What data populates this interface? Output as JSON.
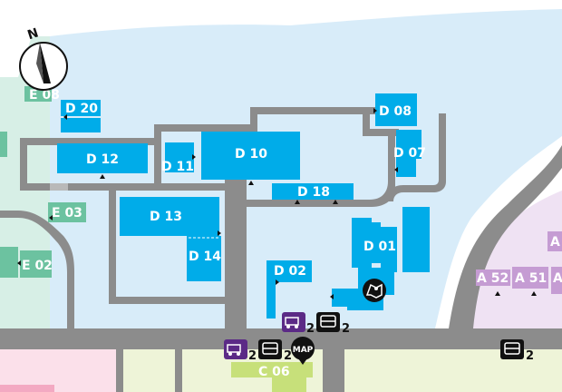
{
  "map": {
    "compass": {
      "label": "N"
    },
    "buildings": {
      "d20": "D 20",
      "d12": "D 12",
      "d11": "D 11",
      "d10": "D 10",
      "d08": "D 08",
      "d07": "D 07",
      "d18": "D 18",
      "d13": "D 13",
      "d14": "D 14",
      "d01": "D 01",
      "d02": "D 02",
      "e08": "E 08",
      "e03": "E 03",
      "e02": "E 02",
      "c06": "C 06",
      "a52": "A 52",
      "a51": "A 51",
      "a_top": "A",
      "a_right": "A"
    },
    "markers": {
      "map_label": "MAP",
      "rv_count_1": "2",
      "bus_count_1": "2",
      "rv_count_2": "2",
      "bus_count_2": "2",
      "bus_count_3": "2"
    },
    "colors": {
      "building": "#00ace9",
      "campus_area": "#d8ecf9",
      "road": "#8c8c8c",
      "zone_e": "#d7efe6",
      "zone_a": "#efe2f3",
      "zone_c": "#eef4d8",
      "zone_pink": "#fbe0ea"
    }
  }
}
